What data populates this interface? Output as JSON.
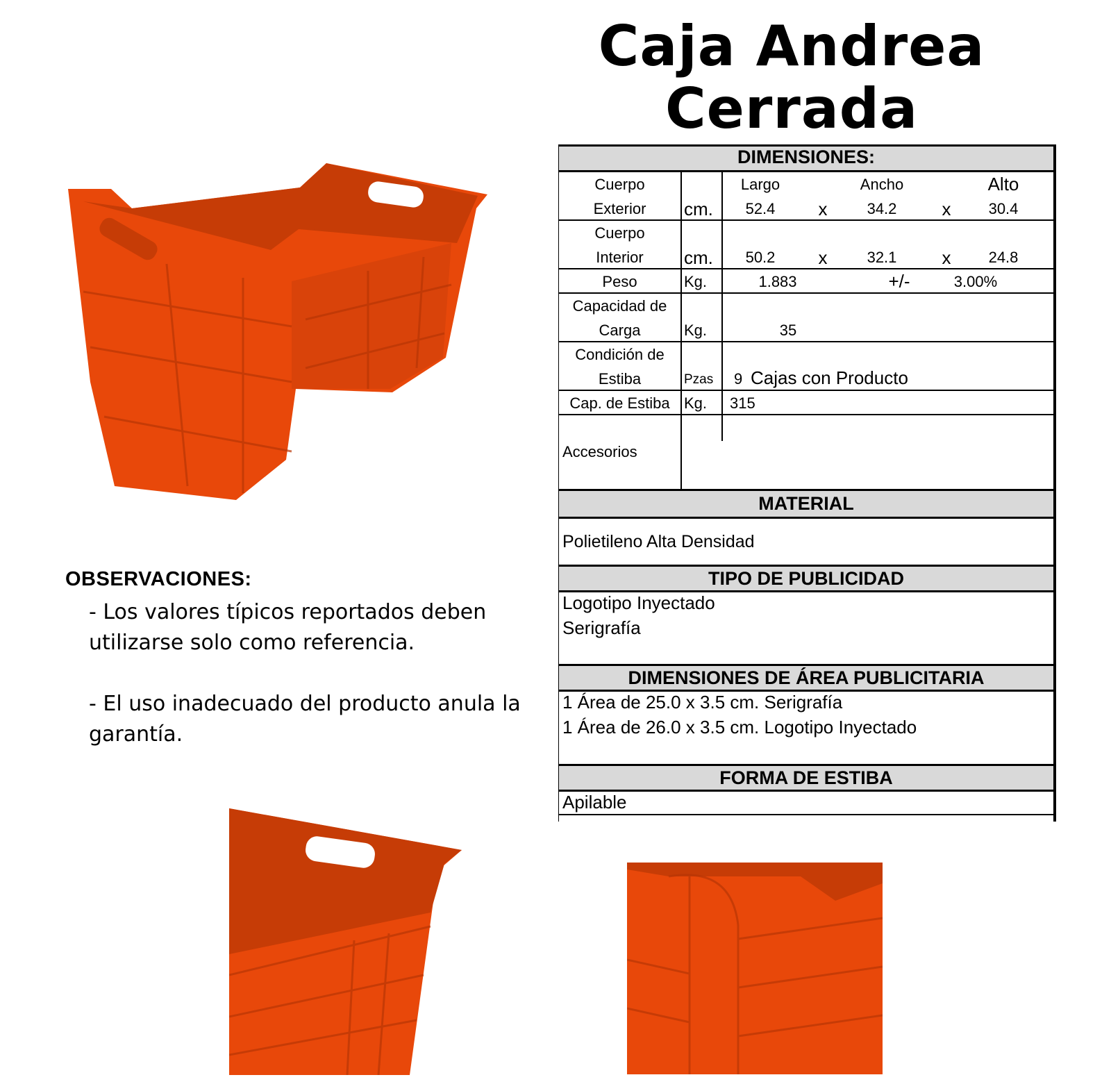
{
  "title": {
    "line1": "Caja Andrea",
    "line2": "Cerrada"
  },
  "dimensiones": {
    "header": "DIMENSIONES:",
    "col_largo": "Largo",
    "col_ancho": "Ancho",
    "col_alto": "Alto",
    "times": "x",
    "exterior": {
      "label1": "Cuerpo",
      "label2": "Exterior",
      "unit": "cm.",
      "largo": "52.4",
      "ancho": "34.2",
      "alto": "30.4"
    },
    "interior": {
      "label1": "Cuerpo",
      "label2": "Interior",
      "unit": "cm.",
      "largo": "50.2",
      "ancho": "32.1",
      "alto": "24.8"
    },
    "peso": {
      "label": "Peso",
      "unit": "Kg.",
      "value": "1.883",
      "tol_sign": "+/-",
      "tol": "3.00%"
    },
    "capacidad": {
      "label1": "Capacidad de",
      "label2": "Carga",
      "unit": "Kg.",
      "value": "35"
    },
    "condicion": {
      "label1": "Condición de",
      "label2": "Estiba",
      "unit": "Pzas",
      "num": "9",
      "text": "Cajas con Producto"
    },
    "cap_estiba": {
      "label": "Cap. de Estiba",
      "unit": "Kg.",
      "value": "315"
    },
    "accesorios": {
      "label": "Accesorios"
    }
  },
  "material": {
    "header": "MATERIAL",
    "value": "Polietileno Alta Densidad"
  },
  "publicidad": {
    "header": "TIPO DE PUBLICIDAD",
    "items": [
      "Logotipo Inyectado",
      "Serigrafía"
    ]
  },
  "area_publicitaria": {
    "header": "DIMENSIONES DE ÁREA PUBLICITARIA",
    "items": [
      "1 Área de 25.0 x 3.5 cm.  Serigrafía",
      "1 Área de 26.0 x 3.5 cm. Logotipo Inyectado"
    ]
  },
  "forma_estiba": {
    "header": "FORMA DE ESTIBA",
    "value": "Apilable"
  },
  "observaciones": {
    "header": "OBSERVACIONES:",
    "items": [
      "- Los valores típicos reportados deben utilizarse solo como referencia.",
      "- El uso inadecuado  del producto anula la garantía."
    ]
  },
  "colors": {
    "crate": "#e8480a",
    "crate_dark": "#b83605",
    "header_bg": "#d9d9d9"
  }
}
